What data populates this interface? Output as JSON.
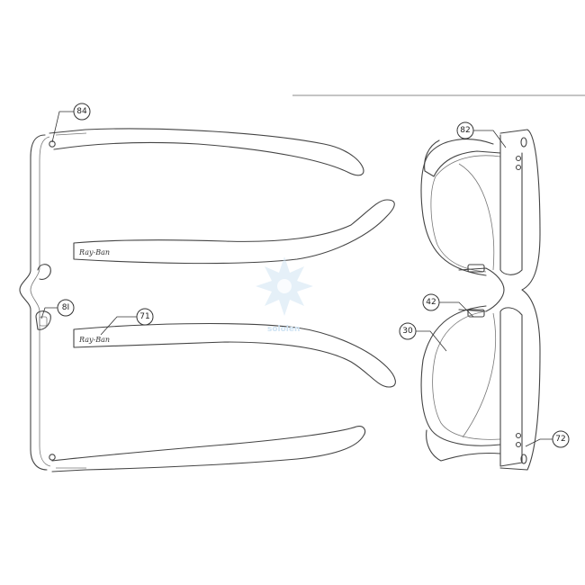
{
  "diagram": {
    "callouts": [
      {
        "id": "84",
        "label": "84"
      },
      {
        "id": "81",
        "label": "8I"
      },
      {
        "id": "71",
        "label": "71"
      },
      {
        "id": "82",
        "label": "82"
      },
      {
        "id": "42",
        "label": "42"
      },
      {
        "id": "30",
        "label": "30"
      },
      {
        "id": "72",
        "label": "72"
      }
    ],
    "temple_logo_upper": "Ray-Ban",
    "temple_logo_lower": "Ray-Ban",
    "watermark": "sololen"
  }
}
